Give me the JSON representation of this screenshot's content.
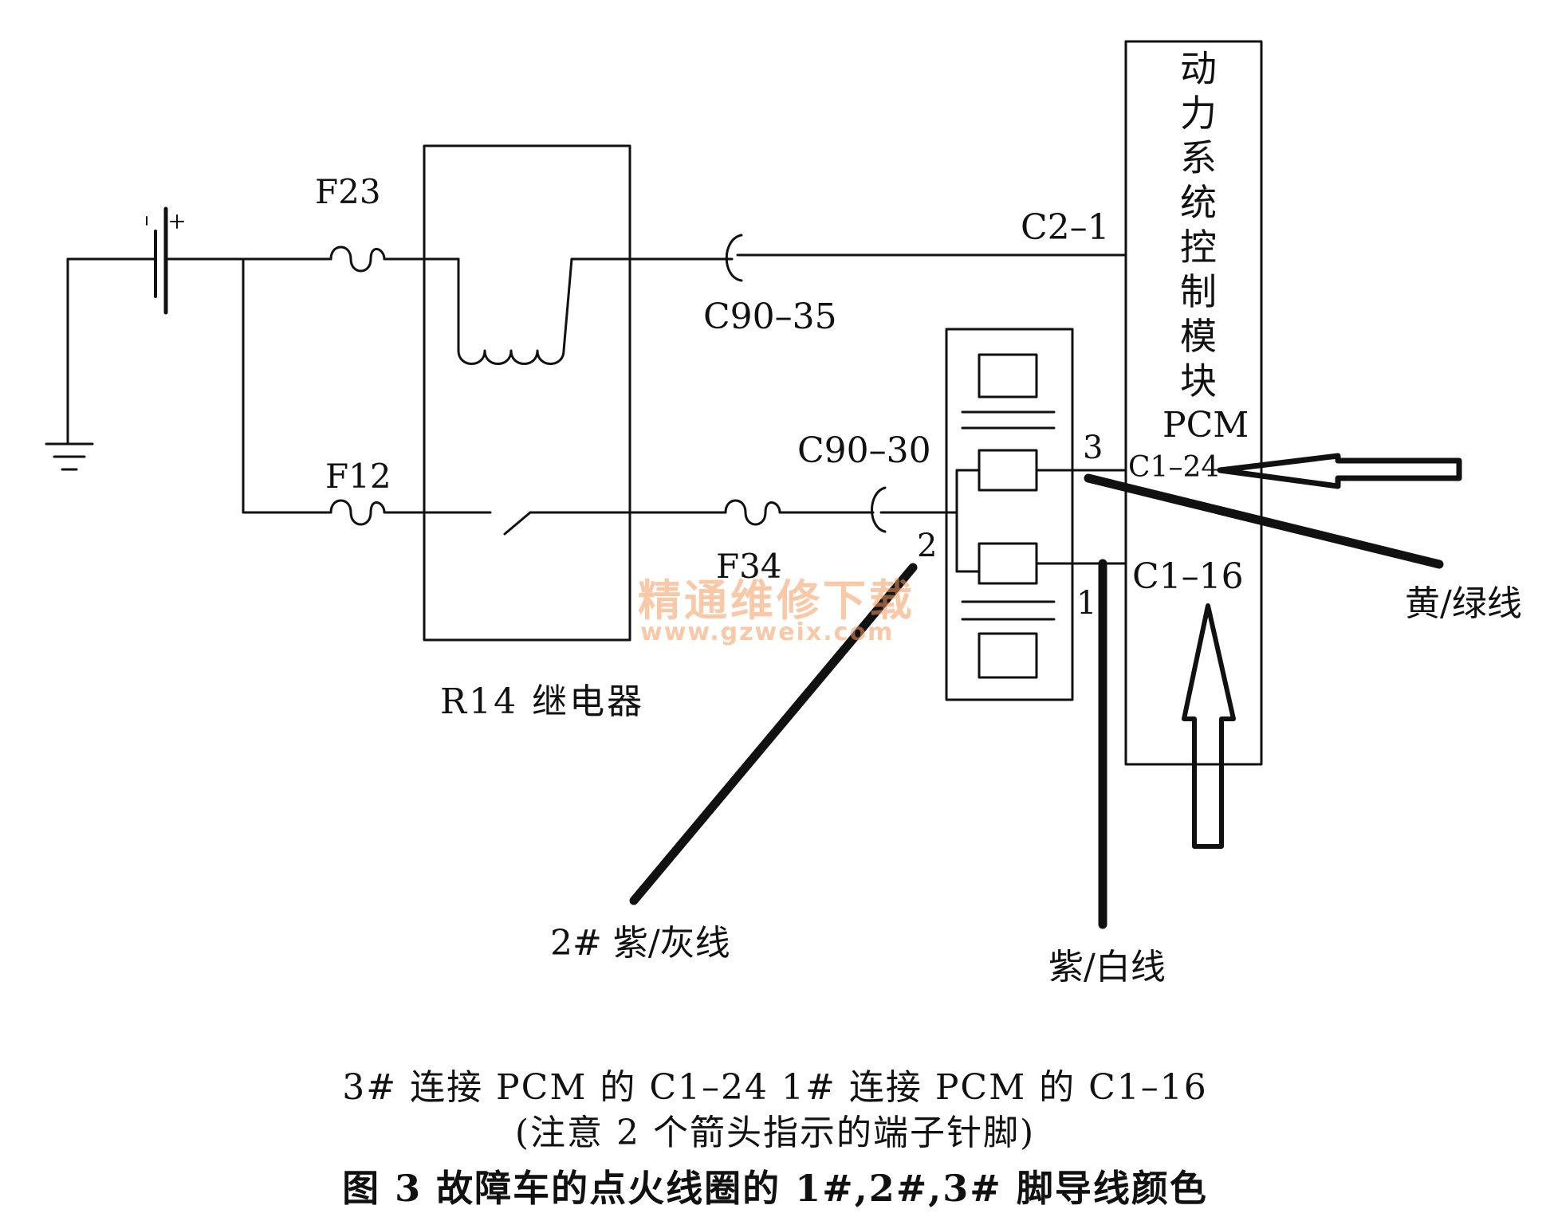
{
  "labels": {
    "fuse_f23": "F23",
    "fuse_f12": "F12",
    "fuse_f34": "F34",
    "conn_c90_35": "C90–35",
    "conn_c90_30": "C90–30",
    "pin_c2_1": "C2–1",
    "pin_c1_24": "C1–24",
    "pin_c1_16": "C1–16",
    "coil_pin_1": "1",
    "coil_pin_2": "2",
    "coil_pin_3": "3",
    "relay": "R14 继电器",
    "pcm_chars": [
      "动",
      "力",
      "系",
      "统",
      "控",
      "制",
      "模",
      "块"
    ],
    "pcm_abbr": "PCM",
    "wire_yellow_green": "黄/绿线",
    "wire_purple_gray": "2# 紫/灰线",
    "wire_purple_white": "紫/白线"
  },
  "watermark": {
    "cn": "精通维修下载",
    "url": "www.gzweix.com",
    "color": "#f39a5f"
  },
  "caption": {
    "line1": "3# 连接 PCM 的 C1–24    1# 连接 PCM 的 C1–16",
    "line2": "(注意 2 个箭头指示的端子针脚)",
    "title": "图 3   故障车的点火线圈的 1#,2#,3# 脚导线颜色"
  }
}
